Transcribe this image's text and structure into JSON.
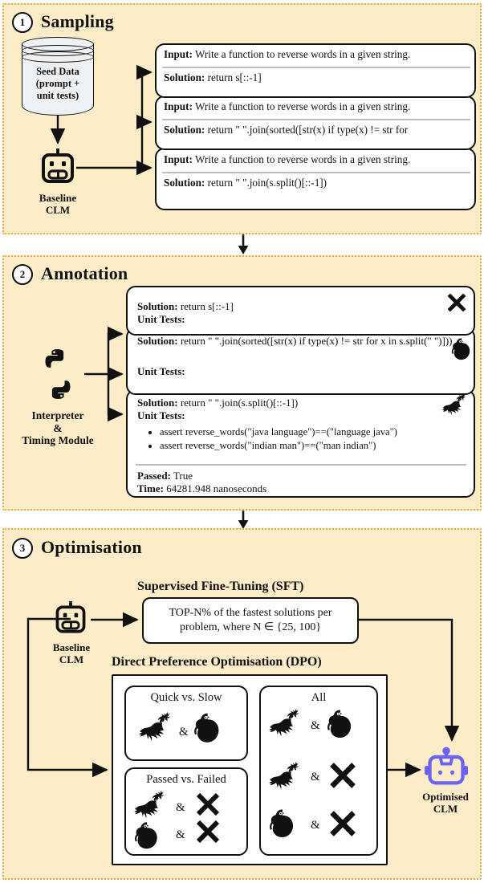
{
  "figure": {
    "background_color": "#fcecc8",
    "panel_border_color": "#e8a93a",
    "accent_purple": "#6b63f5"
  },
  "stage1": {
    "number": "1",
    "title": "Sampling",
    "seed_data_label": "Seed Data\n(prompt +\nunit tests)",
    "model_label": "Baseline\nCLM",
    "samples": [
      {
        "input_label": "Input:",
        "input_text": "Write a function to reverse words in a given string.",
        "solution_label": "Solution:",
        "solution_text": "return s[::-1]"
      },
      {
        "input_label": "Input:",
        "input_text": "Write a function to reverse words in a given string.",
        "solution_label": "Solution:",
        "solution_text": "return \" \".join(sorted([str(x) if type(x) != str for"
      },
      {
        "input_label": "Input:",
        "input_text": "Write a function to reverse words in a given string.",
        "solution_label": "Solution:",
        "solution_text": "return \" \".join(s.split()[::-1])"
      }
    ]
  },
  "stage2": {
    "number": "2",
    "title": "Annotation",
    "module_label": "Interpreter\n&\nTiming Module",
    "cards": [
      {
        "solution_label": "Solution:",
        "solution_text": "return s[::-1]",
        "unit_tests_label": "Unit Tests:",
        "status_icon": "cross-icon"
      },
      {
        "solution_label": "Solution:",
        "solution_text": "return \" \".join(sorted([str(x) if type(x) != str for x in s.split(\" \")]))",
        "unit_tests_label": "Unit Tests:",
        "status_icon": "sloth-icon"
      },
      {
        "solution_label": "Solution:",
        "solution_text": "return \" \".join(s.split()[::-1])",
        "unit_tests_label": "Unit Tests:",
        "status_icon": "deer-icon",
        "tests": [
          "assert reverse_words(\"java language\")==(\"language java\")",
          "assert reverse_words(\"indian man\")==(\"man indian\")"
        ],
        "passed_label": "Passed:",
        "passed_value": "True",
        "time_label": "Time:",
        "time_value": "64281.948 nanoseconds"
      }
    ]
  },
  "stage3": {
    "number": "3",
    "title": "Optimisation",
    "model_label": "Baseline\nCLM",
    "sft_heading": "Supervised Fine-Tuning (SFT)",
    "sft_box_text": "TOP-N% of the fastest solutions per problem, where N ∈ {25, 100}",
    "dpo_heading": "Direct Preference Optimisation (DPO)",
    "dpo_groups": [
      {
        "title": "Quick vs. Slow",
        "pairs": [
          {
            "left": "deer-icon",
            "op": "&",
            "right": "sloth-icon"
          }
        ]
      },
      {
        "title": "Passed vs. Failed",
        "pairs": [
          {
            "left": "deer-icon",
            "op": "&",
            "right": "cross-icon"
          },
          {
            "left": "sloth-icon",
            "op": "&",
            "right": "cross-icon"
          }
        ]
      },
      {
        "title": "All",
        "pairs": [
          {
            "left": "deer-icon",
            "op": "&",
            "right": "sloth-icon"
          },
          {
            "left": "deer-icon",
            "op": "&",
            "right": "cross-icon"
          },
          {
            "left": "sloth-icon",
            "op": "&",
            "right": "cross-icon"
          }
        ]
      }
    ],
    "output_label": "Optimised\nCLM"
  }
}
